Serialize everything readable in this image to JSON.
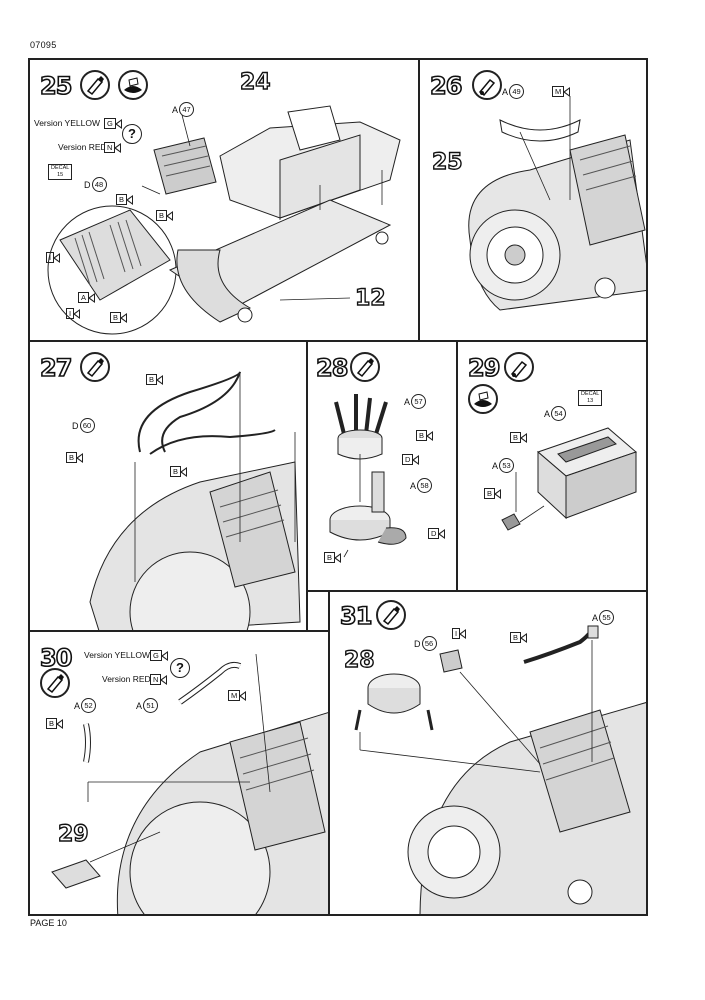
{
  "header": {
    "doc_number": "07095"
  },
  "footer": {
    "page_label": "PAGE 10"
  },
  "steps": {
    "s25": {
      "number": "25",
      "part_24": "24",
      "part_12": "12",
      "version_yellow": "Version YELLOW",
      "yellow_tag": "G",
      "version_red": "Version RED",
      "red_tag": "N",
      "a47": "47",
      "d48": "48",
      "decal_word": "DECAL",
      "decal_no": "15",
      "tag_b1": "B",
      "tag_b2": "B",
      "tag_i1": "I",
      "tag_a": "A",
      "tag_i2": "I",
      "tag_b3": "B",
      "letter_a": "A",
      "letter_d": "D"
    },
    "s26": {
      "number": "26",
      "part_25": "25",
      "a49": "49",
      "tag_m": "M",
      "letter_a": "A"
    },
    "s27": {
      "number": "27",
      "d60": "60",
      "tag_b1": "B",
      "tag_b2": "B",
      "tag_b3": "B",
      "letter_d": "D"
    },
    "s28": {
      "number": "28",
      "a57": "57",
      "a58": "58",
      "tag_b1": "B",
      "tag_d1": "D",
      "tag_d2": "D",
      "tag_b2": "B",
      "letter_a": "A"
    },
    "s29": {
      "number": "29",
      "a54": "54",
      "a53": "53",
      "decal_word": "DECAL",
      "decal_no": "13",
      "tag_b1": "B",
      "tag_b2": "B",
      "letter_a": "A"
    },
    "s30": {
      "number": "30",
      "part_29": "29",
      "version_yellow": "Version YELLOW",
      "yellow_tag": "G",
      "version_red": "Version RED",
      "red_tag": "N",
      "a52": "52",
      "a51": "51",
      "tag_b": "B",
      "tag_m": "M",
      "letter_a": "A"
    },
    "s31": {
      "number": "31",
      "part_28": "28",
      "d56": "56",
      "a55": "55",
      "tag_i": "I",
      "tag_b": "B",
      "letter_a": "A",
      "letter_d": "D"
    }
  },
  "icons": {
    "glue": "glue-tube-icon",
    "paint": "paint-brush-icon",
    "question": "question-mark-icon",
    "decal": "decal-water-icon"
  }
}
